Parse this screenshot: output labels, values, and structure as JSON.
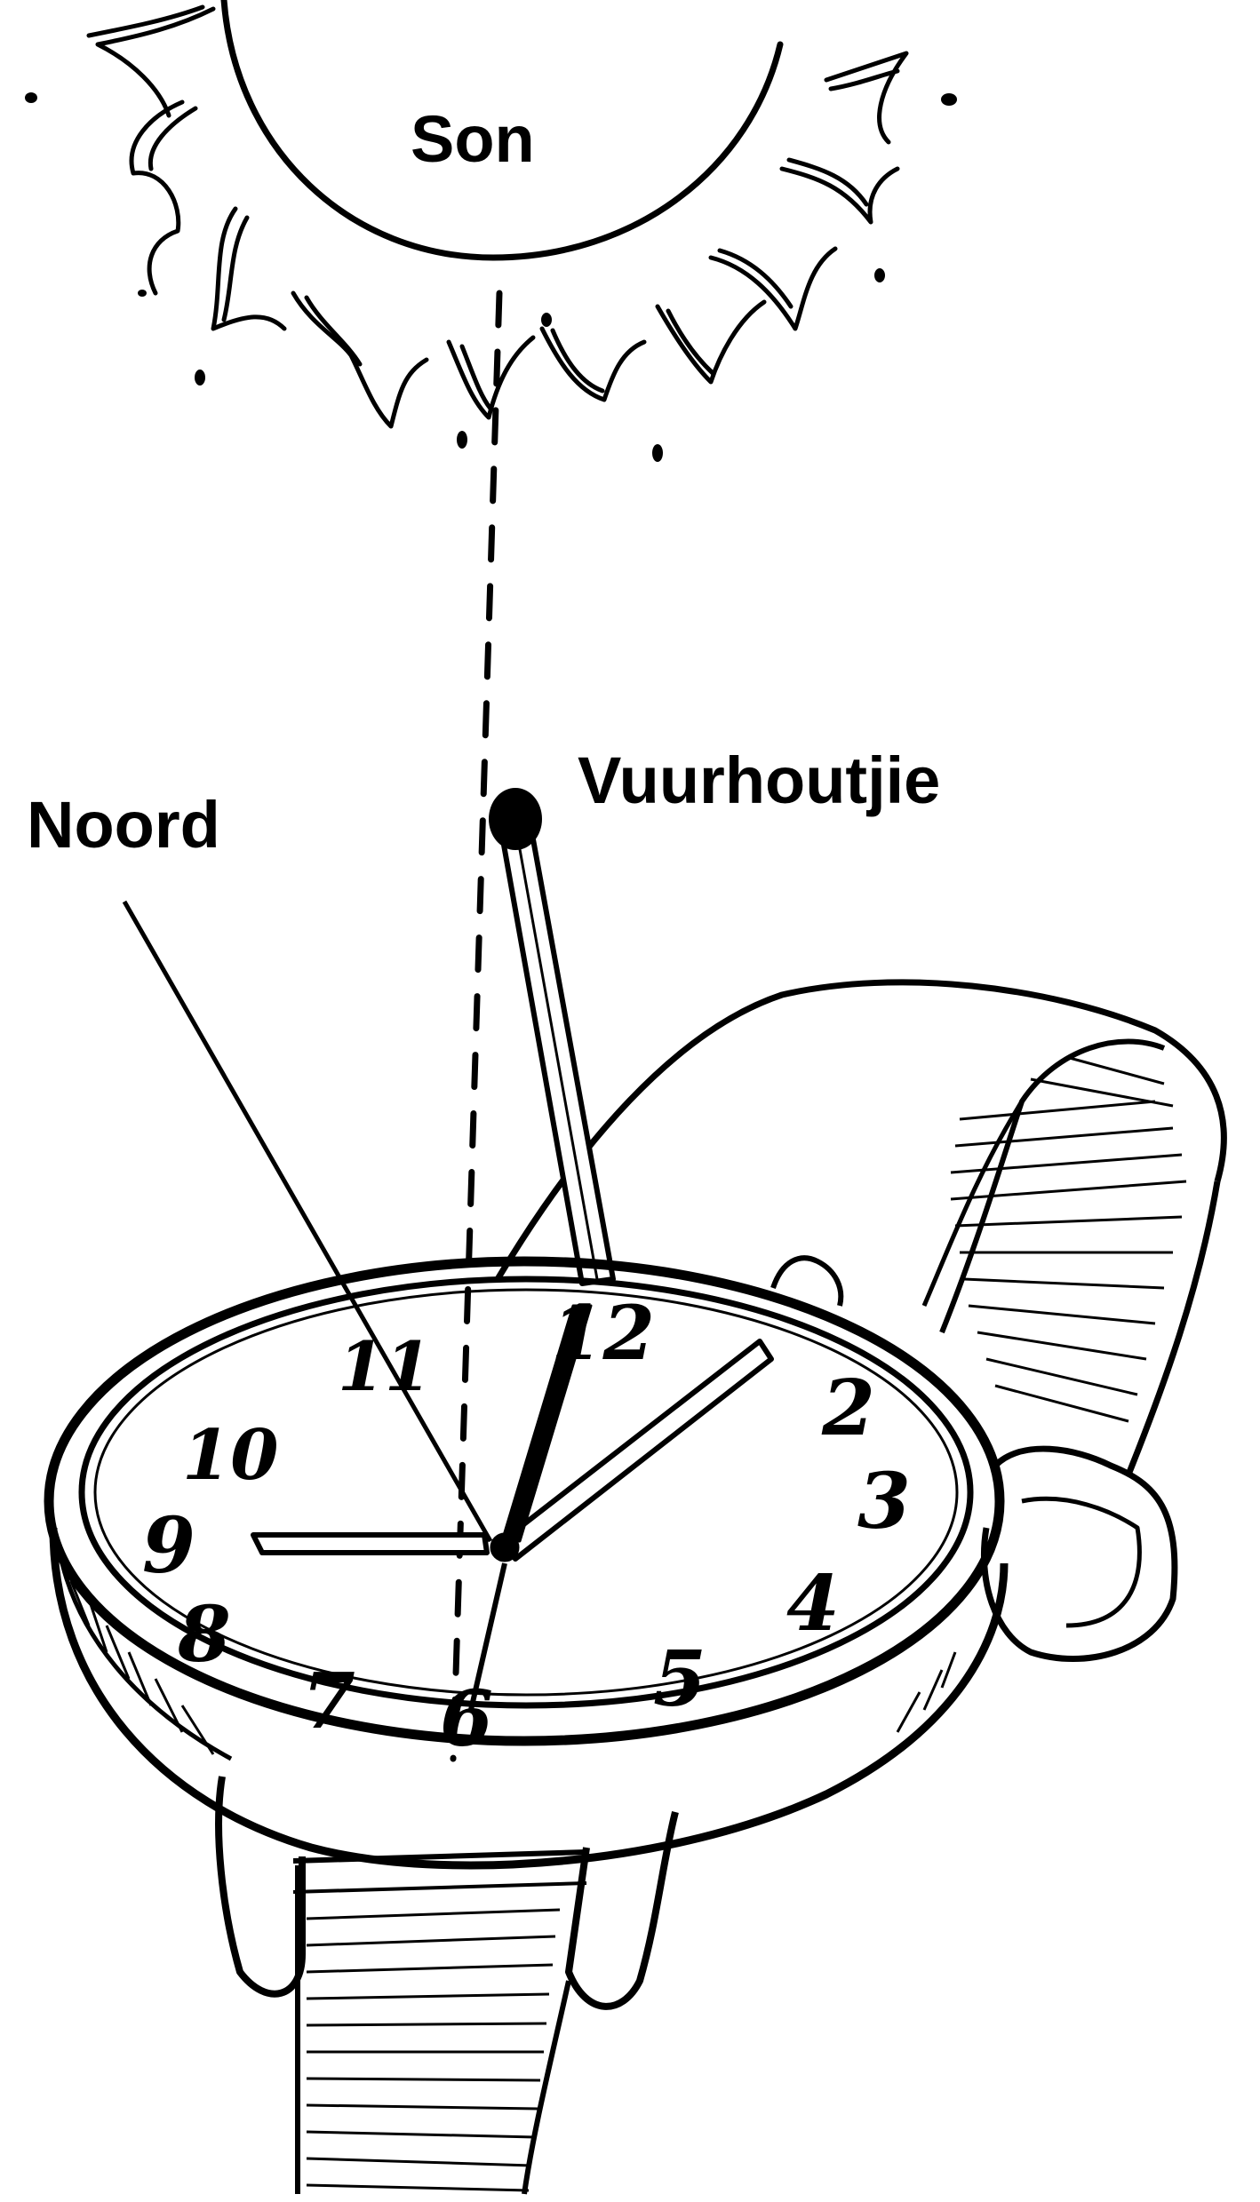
{
  "labels": {
    "sun": "Son",
    "match": "Vuurhoutjie",
    "north": "Noord"
  },
  "watch": {
    "numerals": [
      "12",
      "2",
      "3",
      "4",
      "5",
      "6",
      "7",
      "8",
      "9",
      "10",
      "11"
    ]
  },
  "colors": {
    "ink": "#000000",
    "paper": "#ffffff"
  }
}
